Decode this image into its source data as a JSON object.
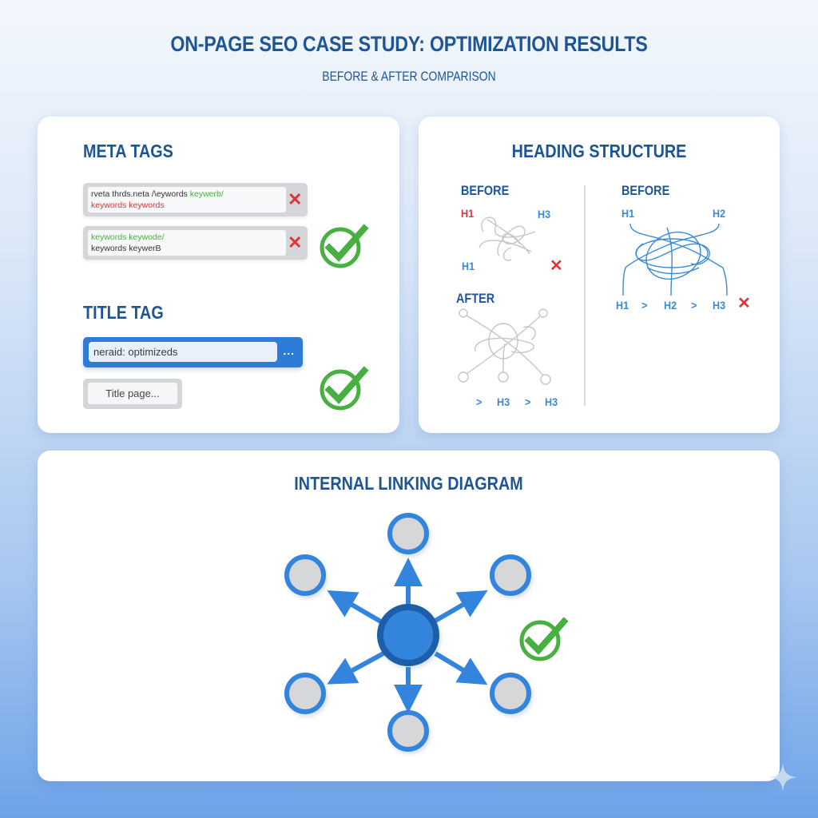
{
  "header": {
    "title": "ON-PAGE SEO CASE STUDY: OPTIMIZATION RESULTS",
    "subtitle": "BEFORE & AFTER COMPARISON"
  },
  "meta_tags": {
    "heading": "META TAGS",
    "boxes": [
      {
        "line1_dark": "rveta thrds.neta /\\eywords ",
        "line1_green": "keywerb/",
        "line2_red": "keywords keywords",
        "status": "x-icon"
      },
      {
        "line1_green": "keywords keywode/",
        "line2_dark": "keywords keywerB",
        "status": "x-icon"
      }
    ],
    "result": "check-icon"
  },
  "title_tag": {
    "heading": "TITLE TAG",
    "input_value": "neraid: optimizeds",
    "more_label": "...",
    "page_label": "Title page...",
    "result": "check-icon"
  },
  "heading_structure": {
    "heading": "HEADING STRUCTURE",
    "left_before": {
      "label": "BEFORE",
      "tags": [
        "H1",
        "H3",
        "H1"
      ],
      "status": "x-icon"
    },
    "left_after": {
      "label": "AFTER",
      "sequence": [
        ">",
        "H3",
        ">",
        "H3"
      ]
    },
    "right_before": {
      "label": "BEFORE",
      "tags": [
        "H1",
        "H2"
      ],
      "sequence": [
        "H1",
        ">",
        "H2",
        ">",
        "H3"
      ],
      "status": "x-icon"
    }
  },
  "internal_linking": {
    "heading": "INTERNAL LINKING DIAGRAM",
    "hub": "central-page-node",
    "spokes": 6,
    "result": "check-icon"
  },
  "colors": {
    "brand_blue": "#1d5597",
    "accent_blue": "#2f7bd8",
    "success_green": "#48b040",
    "error_red": "#e0343a",
    "node_fill": "#d6d7d9"
  }
}
